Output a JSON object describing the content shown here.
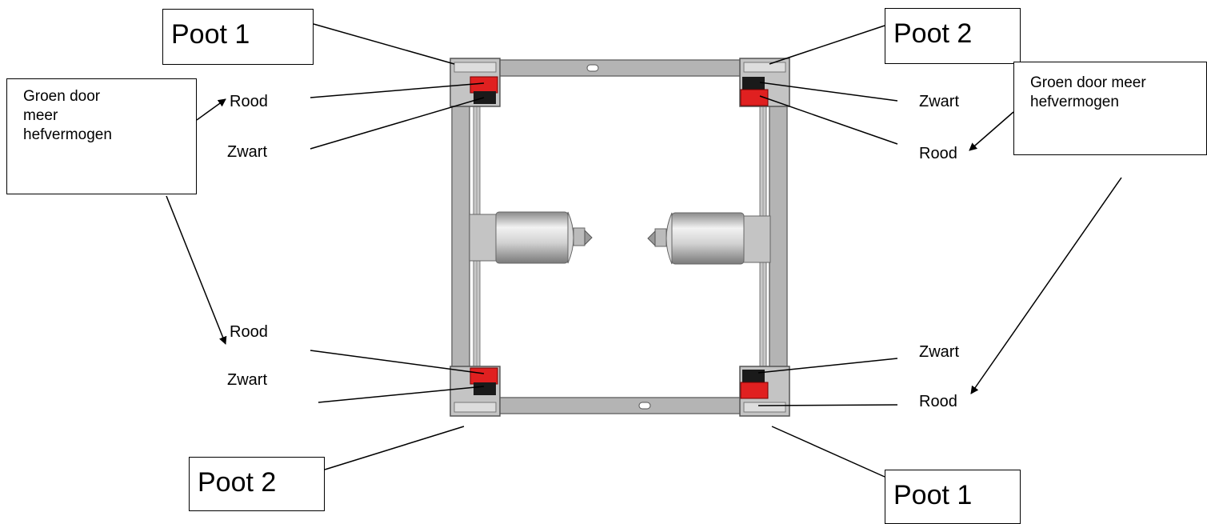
{
  "labels": {
    "poot_1": "Poot 1",
    "poot_2": "Poot 2",
    "rood": "Rood",
    "zwart": "Zwart",
    "note_left": [
      "Groen door",
      "meer",
      "hefvermogen"
    ],
    "note_right": [
      "Groen door meer",
      "hefvermogen"
    ]
  },
  "colors": {
    "frame": "#b4b4b4",
    "frame_edge": "#6e6e6e",
    "connector_red": "#e02020",
    "connector_black": "#1a1a1a",
    "line": "#000000"
  }
}
